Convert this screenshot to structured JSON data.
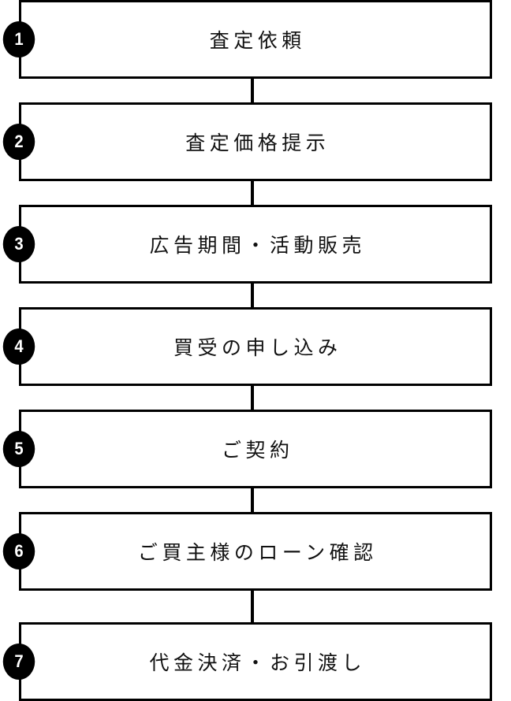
{
  "flow": {
    "colors": {
      "border": "#000000",
      "badge_bg": "#000000",
      "badge_text": "#ffffff",
      "label_text": "#111111",
      "background": "#ffffff"
    },
    "steps": [
      {
        "number": "1",
        "label": "査定依頼"
      },
      {
        "number": "2",
        "label": "査定価格提示"
      },
      {
        "number": "3",
        "label": "広告期間・活動販売"
      },
      {
        "number": "4",
        "label": "買受の申し込み"
      },
      {
        "number": "5",
        "label": "ご契約"
      },
      {
        "number": "6",
        "label": "ご買主様のローン確認"
      },
      {
        "number": "7",
        "label": "代金決済・お引渡し"
      }
    ]
  }
}
